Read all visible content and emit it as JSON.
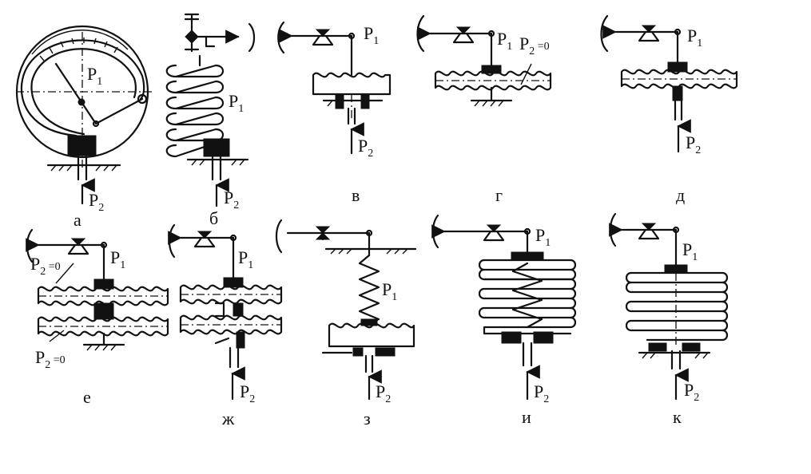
{
  "figures": [
    {
      "id": "a",
      "caption": "а",
      "labels": [
        "P1",
        "P2"
      ]
    },
    {
      "id": "b",
      "caption": "б",
      "labels": [
        "P1",
        "P2"
      ]
    },
    {
      "id": "v",
      "caption": "в",
      "labels": [
        "P1",
        "P2"
      ]
    },
    {
      "id": "g",
      "caption": "г",
      "labels": [
        "P1",
        "P2 =0"
      ]
    },
    {
      "id": "d",
      "caption": "д",
      "labels": [
        "P1",
        "P2"
      ]
    },
    {
      "id": "e",
      "caption": "е",
      "labels": [
        "P1",
        "P2 =0",
        "P2 =0"
      ]
    },
    {
      "id": "zh",
      "caption": "ж",
      "labels": [
        "P1",
        "P2"
      ]
    },
    {
      "id": "z",
      "caption": "з",
      "labels": [
        "P1",
        "P2"
      ]
    },
    {
      "id": "i",
      "caption": "и",
      "labels": [
        "P1",
        "P2"
      ]
    },
    {
      "id": "k",
      "caption": "к",
      "labels": [
        "P1",
        "P2"
      ]
    }
  ]
}
